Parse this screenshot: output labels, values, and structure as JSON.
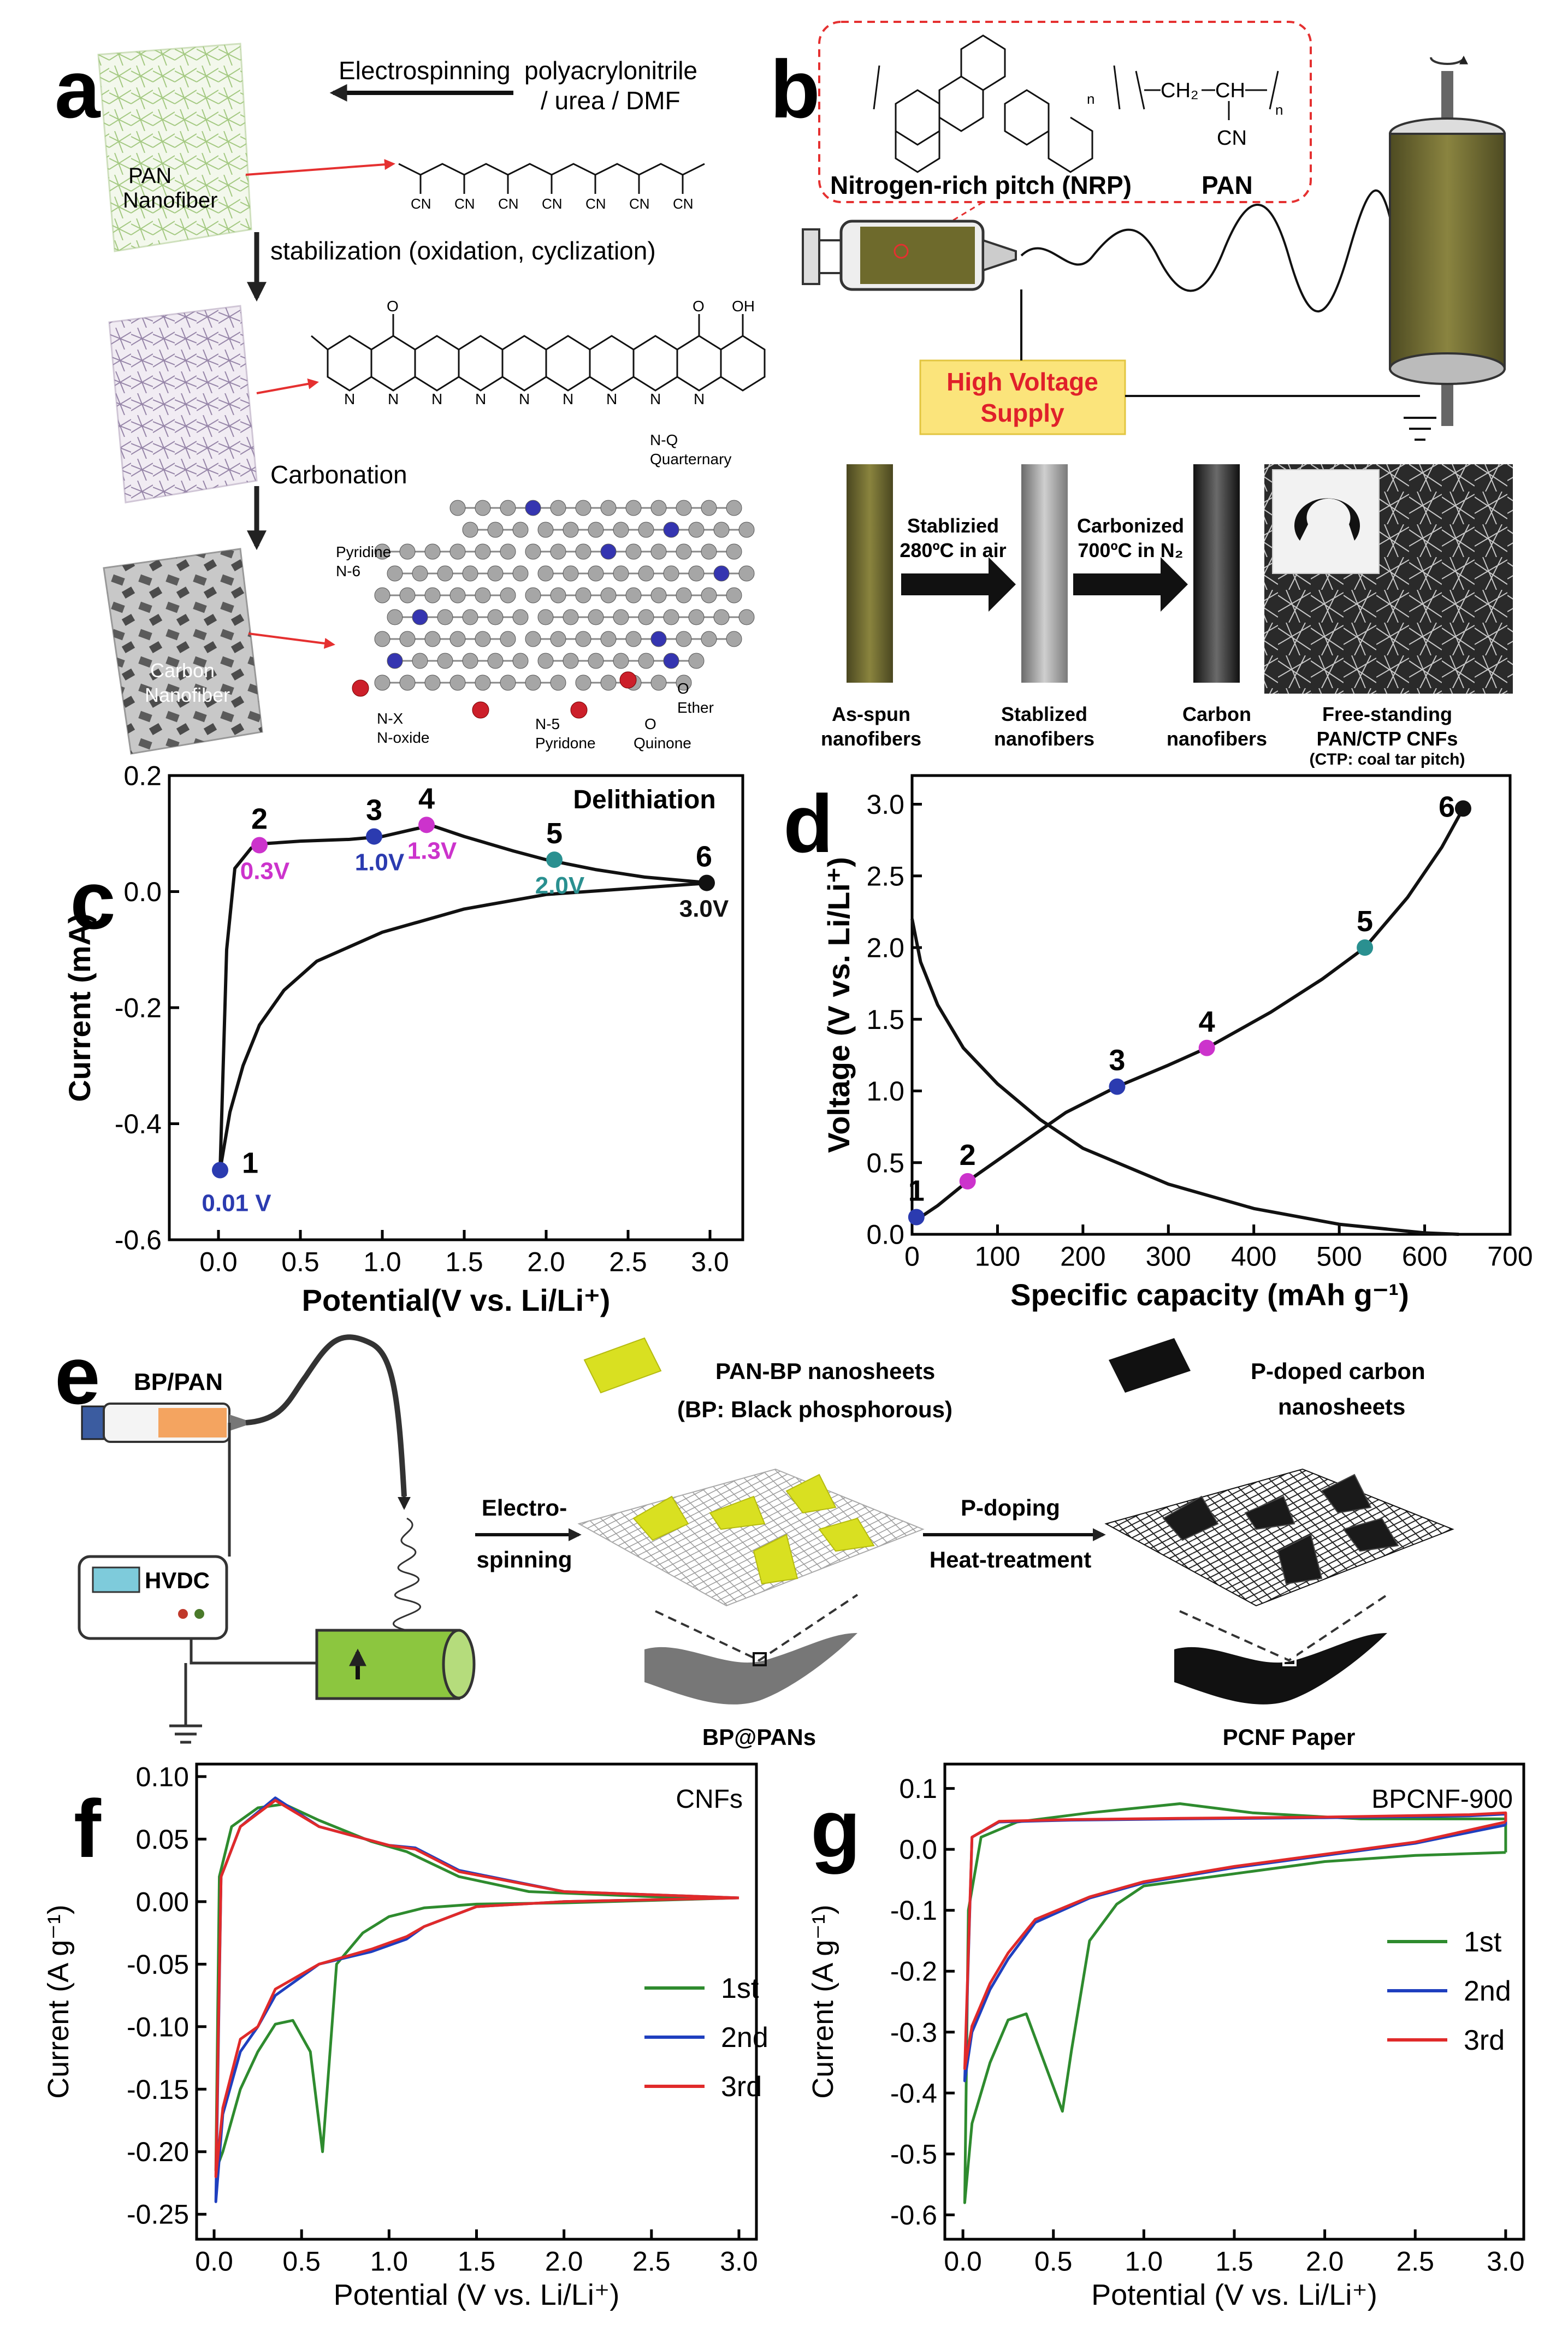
{
  "panels": {
    "a": {
      "letter": "a",
      "electrospinning_label": "Electrospinning",
      "precursor_label_1": "polyacrylonitrile",
      "precursor_label_2": "/ urea / DMF",
      "pan_nanofiber_label_1": "PAN",
      "pan_nanofiber_label_2": "Nanofiber",
      "stabilization_label": "stabilization (oxidation, cyclization)",
      "carbonation_label": "Carbonation",
      "carbon_nanofiber_label_1": "Carbon",
      "carbon_nanofiber_label_2": "Nanofiber",
      "cn_label": "CN",
      "o_label": "O",
      "oh_label": "OH",
      "n_label": "N",
      "n_q_label_1": "N-Q",
      "n_q_label_2": "Quarternary",
      "pyridine_label_1": "Pyridine",
      "pyridine_label_2": "N-6",
      "n_x_label_1": "N-X",
      "n_x_label_2": "N-oxide",
      "n5_label_1": "N-5",
      "n5_label_2": "Pyridone",
      "quinone_label": "Quinone",
      "ether_label": "Ether"
    },
    "b": {
      "letter": "b",
      "nrp_label": "Nitrogen-rich pitch (NRP)",
      "pan_label": "PAN",
      "pan_formula_1": "CH₂",
      "pan_formula_2": "CH",
      "pan_formula_3": "CN",
      "n_sub": "n",
      "hv_label_1": "High Voltage",
      "hv_label_2": "Supply",
      "step1_label_1": "Stablizied",
      "step1_label_2": "280ºC in air",
      "step2_label_1": "Carbonized",
      "step2_label_2": "700ºC in N₂",
      "asspun_label_1": "As-spun",
      "asspun_label_2": "nanofibers",
      "stab_label_1": "Stablized",
      "stab_label_2": "nanofibers",
      "carbon_label_1": "Carbon",
      "carbon_label_2": "nanofibers",
      "free_label_1": "Free-standing",
      "free_label_2": "PAN/CTP CNFs",
      "free_label_3": "(CTP: coal tar pitch)",
      "colors": {
        "nrp": "#6e6a2c",
        "hv_box": "#fbe47b",
        "hv_text": "#e0202a"
      }
    },
    "e": {
      "letter": "e",
      "bp_pan_label": "BP/PAN",
      "hvdc_label": "HVDC",
      "electro_label_1": "Electro-",
      "electro_label_2": "spinning",
      "pan_bp_label_1": "PAN-BP nanosheets",
      "pan_bp_label_2": "(BP: Black phosphorous)",
      "pdoping_label_1": "P-doping",
      "pdoping_label_2": "Heat-treatment",
      "pdoped_label_1": "P-doped carbon",
      "pdoped_label_2": "nanosheets",
      "bppans_label": "BP@PANs",
      "pcnf_label": "PCNF Paper",
      "colors": {
        "sheet": "#d9e021",
        "drum": "#8cc63f"
      }
    }
  },
  "chart_data": [
    {
      "letter": "c",
      "type": "line",
      "xlabel": "Potential(V vs. Li/Li⁺)",
      "ylabel": "Current (mA)",
      "xlim": [
        -0.3,
        3.2
      ],
      "ylim": [
        -0.6,
        0.2
      ],
      "xticks": [
        0.0,
        0.5,
        1.0,
        1.5,
        2.0,
        2.5,
        3.0
      ],
      "yticks": [
        0.2,
        0.0,
        -0.2,
        -0.4,
        -0.6
      ],
      "xtick_labels": [
        "0.0",
        "0.5",
        "1.0",
        "1.5",
        "2.0",
        "2.5",
        "3.0"
      ],
      "ytick_labels": [
        "0.2",
        "0.0",
        "-0.2",
        "-0.4",
        "-0.6"
      ],
      "annotation": "Delithiation",
      "upper": [
        [
          0.01,
          -0.48
        ],
        [
          0.05,
          -0.1
        ],
        [
          0.1,
          0.04
        ],
        [
          0.2,
          0.075
        ],
        [
          0.3,
          0.083
        ],
        [
          0.5,
          0.087
        ],
        [
          0.8,
          0.09
        ],
        [
          1.0,
          0.095
        ],
        [
          1.2,
          0.108
        ],
        [
          1.3,
          0.114
        ],
        [
          1.5,
          0.095
        ],
        [
          1.8,
          0.07
        ],
        [
          2.0,
          0.055
        ],
        [
          2.3,
          0.038
        ],
        [
          2.6,
          0.025
        ],
        [
          3.0,
          0.015
        ]
      ],
      "lower": [
        [
          3.0,
          0.015
        ],
        [
          2.5,
          0.005
        ],
        [
          2.0,
          -0.005
        ],
        [
          1.5,
          -0.03
        ],
        [
          1.0,
          -0.07
        ],
        [
          0.6,
          -0.12
        ],
        [
          0.4,
          -0.17
        ],
        [
          0.25,
          -0.23
        ],
        [
          0.15,
          -0.3
        ],
        [
          0.07,
          -0.38
        ],
        [
          0.01,
          -0.48
        ]
      ],
      "points": [
        {
          "label": "1",
          "sub": "0.01 V",
          "x": 0.01,
          "y": -0.48,
          "color": "#2b3bb0"
        },
        {
          "label": "2",
          "sub": "0.3V",
          "x": 0.25,
          "y": 0.08,
          "color": "#cc33cc"
        },
        {
          "label": "3",
          "sub": "1.0V",
          "x": 0.95,
          "y": 0.095,
          "color": "#2b3bb0"
        },
        {
          "label": "4",
          "sub": "1.3V",
          "x": 1.27,
          "y": 0.115,
          "color": "#cc33cc"
        },
        {
          "label": "5",
          "sub": "2.0V",
          "x": 2.05,
          "y": 0.055,
          "color": "#2a9090"
        },
        {
          "label": "6",
          "sub": "3.0V",
          "x": 2.98,
          "y": 0.015,
          "color": "#111111"
        }
      ]
    },
    {
      "letter": "d",
      "type": "line",
      "xlabel": "Specific capacity (mAh g⁻¹)",
      "ylabel": "Voltage (V vs. Li/Li⁺)",
      "xlim": [
        0,
        700
      ],
      "ylim": [
        0,
        3.2
      ],
      "xticks": [
        0,
        100,
        200,
        300,
        400,
        500,
        600,
        700
      ],
      "yticks": [
        0.0,
        0.5,
        1.0,
        1.5,
        2.0,
        2.5,
        3.0
      ],
      "xtick_labels": [
        "0",
        "100",
        "200",
        "300",
        "400",
        "500",
        "600",
        "700"
      ],
      "ytick_labels": [
        "0.0",
        "0.5",
        "1.0",
        "1.5",
        "2.0",
        "2.5",
        "3.0"
      ],
      "charge": [
        [
          5,
          0.1
        ],
        [
          30,
          0.2
        ],
        [
          65,
          0.37
        ],
        [
          120,
          0.6
        ],
        [
          180,
          0.85
        ],
        [
          240,
          1.03
        ],
        [
          300,
          1.18
        ],
        [
          345,
          1.3
        ],
        [
          420,
          1.55
        ],
        [
          480,
          1.78
        ],
        [
          530,
          2.0
        ],
        [
          580,
          2.35
        ],
        [
          620,
          2.7
        ],
        [
          645,
          2.97
        ]
      ],
      "discharge": [
        [
          0,
          2.2
        ],
        [
          10,
          1.9
        ],
        [
          30,
          1.6
        ],
        [
          60,
          1.3
        ],
        [
          100,
          1.05
        ],
        [
          150,
          0.8
        ],
        [
          200,
          0.6
        ],
        [
          300,
          0.35
        ],
        [
          400,
          0.18
        ],
        [
          500,
          0.07
        ],
        [
          600,
          0.01
        ],
        [
          640,
          0.0
        ]
      ],
      "points": [
        {
          "label": "1",
          "x": 5,
          "y": 0.12,
          "color": "#2b3bb0"
        },
        {
          "label": "2",
          "x": 65,
          "y": 0.37,
          "color": "#cc33cc"
        },
        {
          "label": "3",
          "x": 240,
          "y": 1.03,
          "color": "#2b3bb0"
        },
        {
          "label": "4",
          "x": 345,
          "y": 1.3,
          "color": "#cc33cc"
        },
        {
          "label": "5",
          "x": 530,
          "y": 2.0,
          "color": "#2a9090"
        },
        {
          "label": "6",
          "x": 645,
          "y": 2.97,
          "color": "#111111"
        }
      ]
    },
    {
      "letter": "f",
      "type": "line",
      "title": "CNFs",
      "xlabel": "Potential (V vs. Li/Li⁺)",
      "ylabel": "Current (A g⁻¹)",
      "xlim": [
        -0.1,
        3.1
      ],
      "ylim": [
        -0.27,
        0.11
      ],
      "xticks": [
        0.0,
        0.5,
        1.0,
        1.5,
        2.0,
        2.5,
        3.0
      ],
      "yticks": [
        0.1,
        0.05,
        0.0,
        -0.05,
        -0.1,
        -0.15,
        -0.2,
        -0.25
      ],
      "xtick_labels": [
        "0.0",
        "0.5",
        "1.0",
        "1.5",
        "2.0",
        "2.5",
        "3.0"
      ],
      "ytick_labels": [
        "0.10",
        "0.05",
        "0.00",
        "-0.05",
        "-0.10",
        "-0.15",
        "-0.20",
        "-0.25"
      ],
      "series": [
        {
          "name": "1st",
          "color": "#2e8b2e",
          "points": [
            [
              3.0,
              0.003
            ],
            [
              2.5,
              0.001
            ],
            [
              2.0,
              -0.001
            ],
            [
              1.5,
              -0.002
            ],
            [
              1.2,
              -0.005
            ],
            [
              1.0,
              -0.012
            ],
            [
              0.85,
              -0.025
            ],
            [
              0.7,
              -0.05
            ],
            [
              0.62,
              -0.2
            ],
            [
              0.55,
              -0.12
            ],
            [
              0.45,
              -0.095
            ],
            [
              0.35,
              -0.098
            ],
            [
              0.25,
              -0.12
            ],
            [
              0.15,
              -0.15
            ],
            [
              0.05,
              -0.2
            ],
            [
              0.01,
              -0.215
            ],
            [
              0.03,
              0.02
            ],
            [
              0.1,
              0.06
            ],
            [
              0.25,
              0.075
            ],
            [
              0.4,
              0.078
            ],
            [
              0.6,
              0.065
            ],
            [
              0.9,
              0.048
            ],
            [
              1.1,
              0.04
            ],
            [
              1.4,
              0.02
            ],
            [
              1.8,
              0.008
            ],
            [
              2.5,
              0.004
            ],
            [
              3.0,
              0.003
            ]
          ]
        },
        {
          "name": "2nd",
          "color": "#1f3fbf",
          "points": [
            [
              3.0,
              0.003
            ],
            [
              2.0,
              0.0
            ],
            [
              1.5,
              -0.004
            ],
            [
              1.2,
              -0.02
            ],
            [
              1.1,
              -0.03
            ],
            [
              0.9,
              -0.04
            ],
            [
              0.6,
              -0.05
            ],
            [
              0.35,
              -0.075
            ],
            [
              0.25,
              -0.1
            ],
            [
              0.15,
              -0.12
            ],
            [
              0.05,
              -0.17
            ],
            [
              0.01,
              -0.24
            ],
            [
              0.04,
              0.02
            ],
            [
              0.15,
              0.06
            ],
            [
              0.35,
              0.083
            ],
            [
              0.6,
              0.06
            ],
            [
              1.0,
              0.045
            ],
            [
              1.15,
              0.043
            ],
            [
              1.4,
              0.025
            ],
            [
              2.0,
              0.008
            ],
            [
              3.0,
              0.003
            ]
          ]
        },
        {
          "name": "3rd",
          "color": "#e02a2a",
          "points": [
            [
              3.0,
              0.003
            ],
            [
              2.0,
              0.0
            ],
            [
              1.5,
              -0.004
            ],
            [
              1.2,
              -0.02
            ],
            [
              1.1,
              -0.028
            ],
            [
              0.9,
              -0.038
            ],
            [
              0.6,
              -0.05
            ],
            [
              0.35,
              -0.07
            ],
            [
              0.25,
              -0.1
            ],
            [
              0.15,
              -0.11
            ],
            [
              0.05,
              -0.165
            ],
            [
              0.01,
              -0.22
            ],
            [
              0.04,
              0.02
            ],
            [
              0.15,
              0.06
            ],
            [
              0.35,
              0.081
            ],
            [
              0.6,
              0.06
            ],
            [
              1.0,
              0.045
            ],
            [
              1.15,
              0.042
            ],
            [
              1.4,
              0.024
            ],
            [
              2.0,
              0.008
            ],
            [
              3.0,
              0.003
            ]
          ]
        }
      ]
    },
    {
      "letter": "g",
      "type": "line",
      "title": "BPCNF-900",
      "xlabel": "Potential (V vs. Li/Li⁺)",
      "ylabel": "Current (A g⁻¹)",
      "xlim": [
        -0.1,
        3.1
      ],
      "ylim": [
        -0.64,
        0.14
      ],
      "xticks": [
        0.0,
        0.5,
        1.0,
        1.5,
        2.0,
        2.5,
        3.0
      ],
      "yticks": [
        0.1,
        0.0,
        -0.1,
        -0.2,
        -0.3,
        -0.4,
        -0.5,
        -0.6
      ],
      "xtick_labels": [
        "0.0",
        "0.5",
        "1.0",
        "1.5",
        "2.0",
        "2.5",
        "3.0"
      ],
      "ytick_labels": [
        "0.1",
        "0.0",
        "-0.1",
        "-0.2",
        "-0.3",
        "-0.4",
        "-0.5",
        "-0.6"
      ],
      "series": [
        {
          "name": "1st",
          "color": "#2e8b2e",
          "points": [
            [
              3.0,
              -0.005
            ],
            [
              2.5,
              -0.01
            ],
            [
              2.0,
              -0.02
            ],
            [
              1.5,
              -0.04
            ],
            [
              1.0,
              -0.06
            ],
            [
              0.85,
              -0.09
            ],
            [
              0.7,
              -0.15
            ],
            [
              0.6,
              -0.33
            ],
            [
              0.55,
              -0.43
            ],
            [
              0.45,
              -0.35
            ],
            [
              0.35,
              -0.27
            ],
            [
              0.25,
              -0.28
            ],
            [
              0.15,
              -0.35
            ],
            [
              0.05,
              -0.45
            ],
            [
              0.01,
              -0.58
            ],
            [
              0.03,
              -0.1
            ],
            [
              0.1,
              0.02
            ],
            [
              0.3,
              0.045
            ],
            [
              0.7,
              0.06
            ],
            [
              1.2,
              0.075
            ],
            [
              1.6,
              0.06
            ],
            [
              2.2,
              0.05
            ],
            [
              2.8,
              0.05
            ],
            [
              3.0,
              0.05
            ],
            [
              3.0,
              -0.005
            ]
          ]
        },
        {
          "name": "2nd",
          "color": "#1f3fbf",
          "points": [
            [
              3.0,
              0.04
            ],
            [
              2.5,
              0.01
            ],
            [
              2.0,
              -0.01
            ],
            [
              1.5,
              -0.03
            ],
            [
              1.0,
              -0.055
            ],
            [
              0.7,
              -0.08
            ],
            [
              0.4,
              -0.12
            ],
            [
              0.25,
              -0.18
            ],
            [
              0.15,
              -0.23
            ],
            [
              0.05,
              -0.3
            ],
            [
              0.01,
              -0.38
            ],
            [
              0.05,
              0.02
            ],
            [
              0.2,
              0.045
            ],
            [
              0.6,
              0.048
            ],
            [
              1.2,
              0.05
            ],
            [
              2.0,
              0.052
            ],
            [
              2.8,
              0.055
            ],
            [
              3.0,
              0.058
            ],
            [
              3.0,
              0.04
            ]
          ]
        },
        {
          "name": "3rd",
          "color": "#e02a2a",
          "points": [
            [
              3.0,
              0.045
            ],
            [
              2.5,
              0.012
            ],
            [
              2.0,
              -0.008
            ],
            [
              1.5,
              -0.028
            ],
            [
              1.0,
              -0.053
            ],
            [
              0.7,
              -0.078
            ],
            [
              0.4,
              -0.115
            ],
            [
              0.25,
              -0.17
            ],
            [
              0.15,
              -0.22
            ],
            [
              0.05,
              -0.29
            ],
            [
              0.01,
              -0.36
            ],
            [
              0.05,
              0.02
            ],
            [
              0.2,
              0.046
            ],
            [
              0.6,
              0.049
            ],
            [
              1.2,
              0.051
            ],
            [
              2.0,
              0.053
            ],
            [
              2.8,
              0.057
            ],
            [
              3.0,
              0.06
            ],
            [
              3.0,
              0.045
            ]
          ]
        }
      ]
    }
  ]
}
